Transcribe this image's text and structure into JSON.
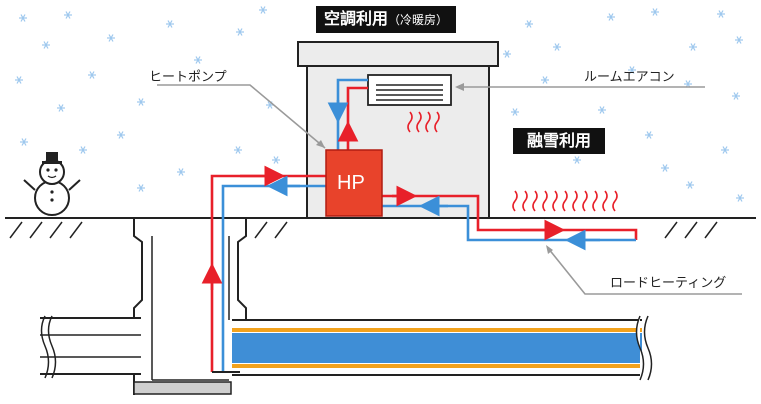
{
  "labels": {
    "aircon_use": "空調利用",
    "aircon_use_sub": "（冷暖房）",
    "heat_pump": "ヒートポンプ",
    "room_aircon": "ルームエアコン",
    "snow_melt_use": "融雪利用",
    "road_heating": "ロードヒーティング",
    "hp": "HP"
  },
  "colors": {
    "supply_pipe": "#e8202a",
    "return_pipe": "#3b8fd8",
    "heat_pump_box": "#e8432b",
    "ground_pipe_blue": "#3f8ed6",
    "ground_pipe_orange": "#f2a21d",
    "label_background": "#111111",
    "snowflake": "#9ec8ee"
  },
  "icons": [
    "snowflake-icon",
    "snowman-icon",
    "heat-wave-icon",
    "air-conditioner-icon"
  ]
}
